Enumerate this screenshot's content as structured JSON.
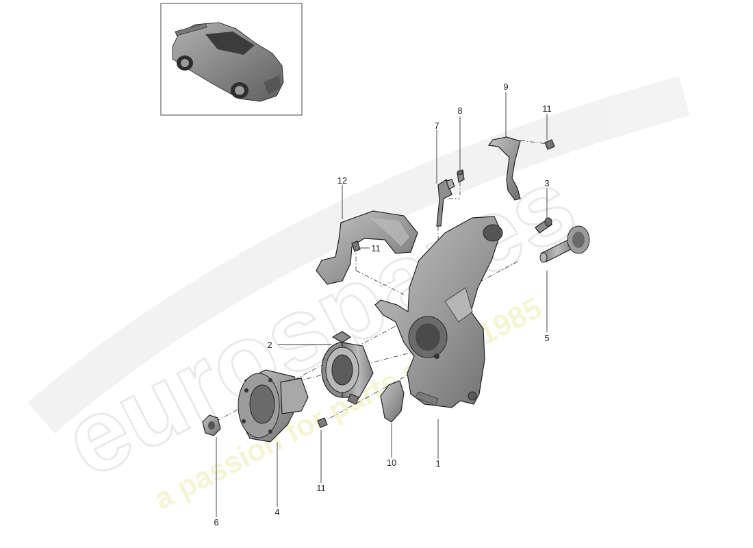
{
  "callouts": [
    {
      "id": "c1",
      "label": "1"
    },
    {
      "id": "c2",
      "label": "2"
    },
    {
      "id": "c3",
      "label": "3"
    },
    {
      "id": "c4",
      "label": "4"
    },
    {
      "id": "c5",
      "label": "5"
    },
    {
      "id": "c6",
      "label": "6"
    },
    {
      "id": "c7",
      "label": "7"
    },
    {
      "id": "c8",
      "label": "8"
    },
    {
      "id": "c9",
      "label": "9"
    },
    {
      "id": "c10",
      "label": "10"
    },
    {
      "id": "c11a",
      "label": "11"
    },
    {
      "id": "c11b",
      "label": "11"
    },
    {
      "id": "c11c",
      "label": "11"
    },
    {
      "id": "c12",
      "label": "12"
    }
  ],
  "watermark": {
    "brand": "eurospares",
    "tagline": "a passion for parts since 1985",
    "color": "#e6e6a0"
  },
  "colors": {
    "part_fill": "#9a9a9a",
    "part_dark": "#6f6f6f",
    "part_light": "#c2c2c2",
    "line": "#222222"
  }
}
